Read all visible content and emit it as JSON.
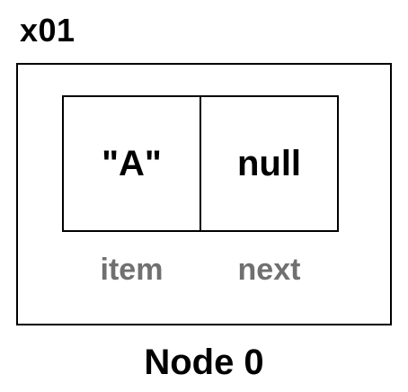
{
  "node": {
    "address": "x01",
    "caption": "Node 0",
    "fields": [
      {
        "value": "\"A\"",
        "label": "item"
      },
      {
        "value": "null",
        "label": "next"
      }
    ]
  },
  "colors": {
    "border": "#000000",
    "label": "#707070",
    "background": "#ffffff"
  }
}
